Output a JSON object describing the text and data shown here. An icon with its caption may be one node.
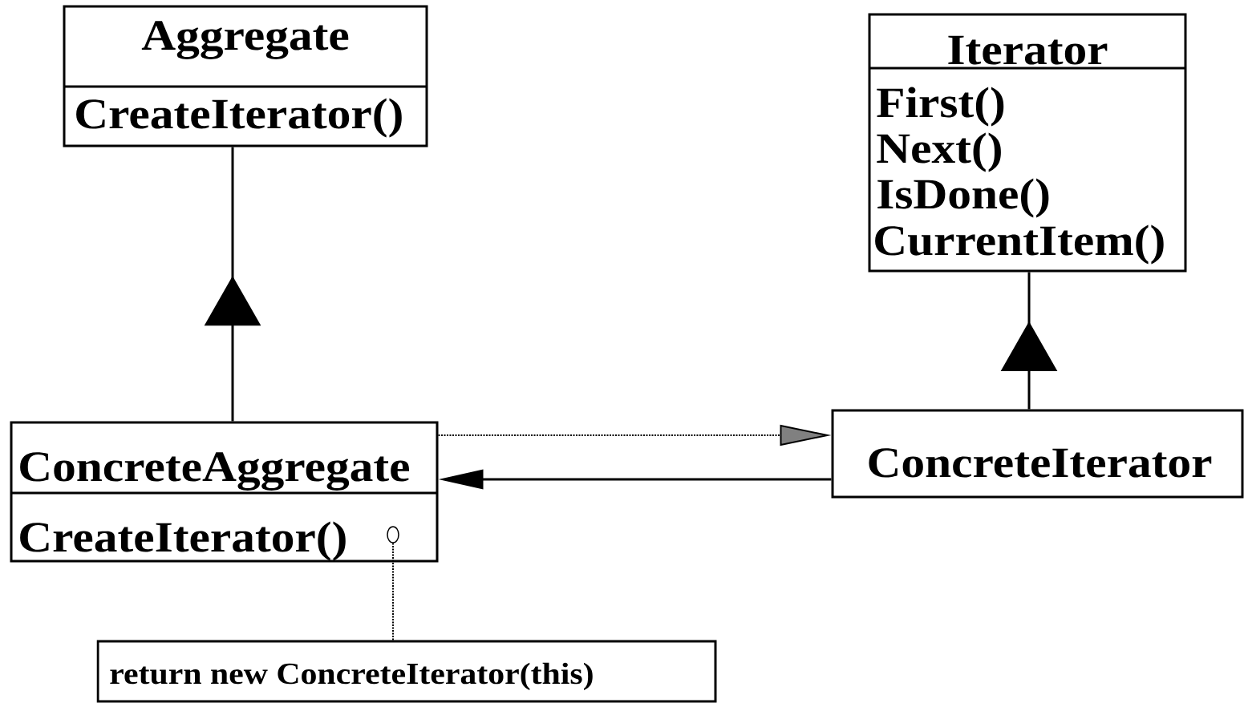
{
  "diagram": {
    "nodes": [
      {
        "text": [
          "Aggregate",
          "CreateIterator()"
        ]
      },
      {
        "text": [
          "Iterator",
          "First()",
          "Next()",
          "IsDone()",
          "CurrentItem()"
        ]
      },
      {
        "text": [
          "ConcreteAggregate",
          "CreateIterator()"
        ]
      },
      {
        "text": [
          "ConcreteIterator"
        ]
      },
      {
        "text": [
          "return new ConcreteIterator(this)"
        ]
      },
      {
        "text": [],
        "shape": "circle",
        "in": 2
      }
    ],
    "edges": [
      {
        "from": 2,
        "to": 0,
        "arrow": "to"
      },
      {
        "from": 3,
        "to": 1,
        "arrow": "to"
      },
      {
        "from": 2,
        "to": 3,
        "arrow": "to",
        "style": "dashed"
      },
      {
        "from": 3,
        "to": 2,
        "arrow": "to"
      },
      {
        "from": 4,
        "to": 5,
        "arrow": "none",
        "style": "dashed"
      }
    ]
  }
}
